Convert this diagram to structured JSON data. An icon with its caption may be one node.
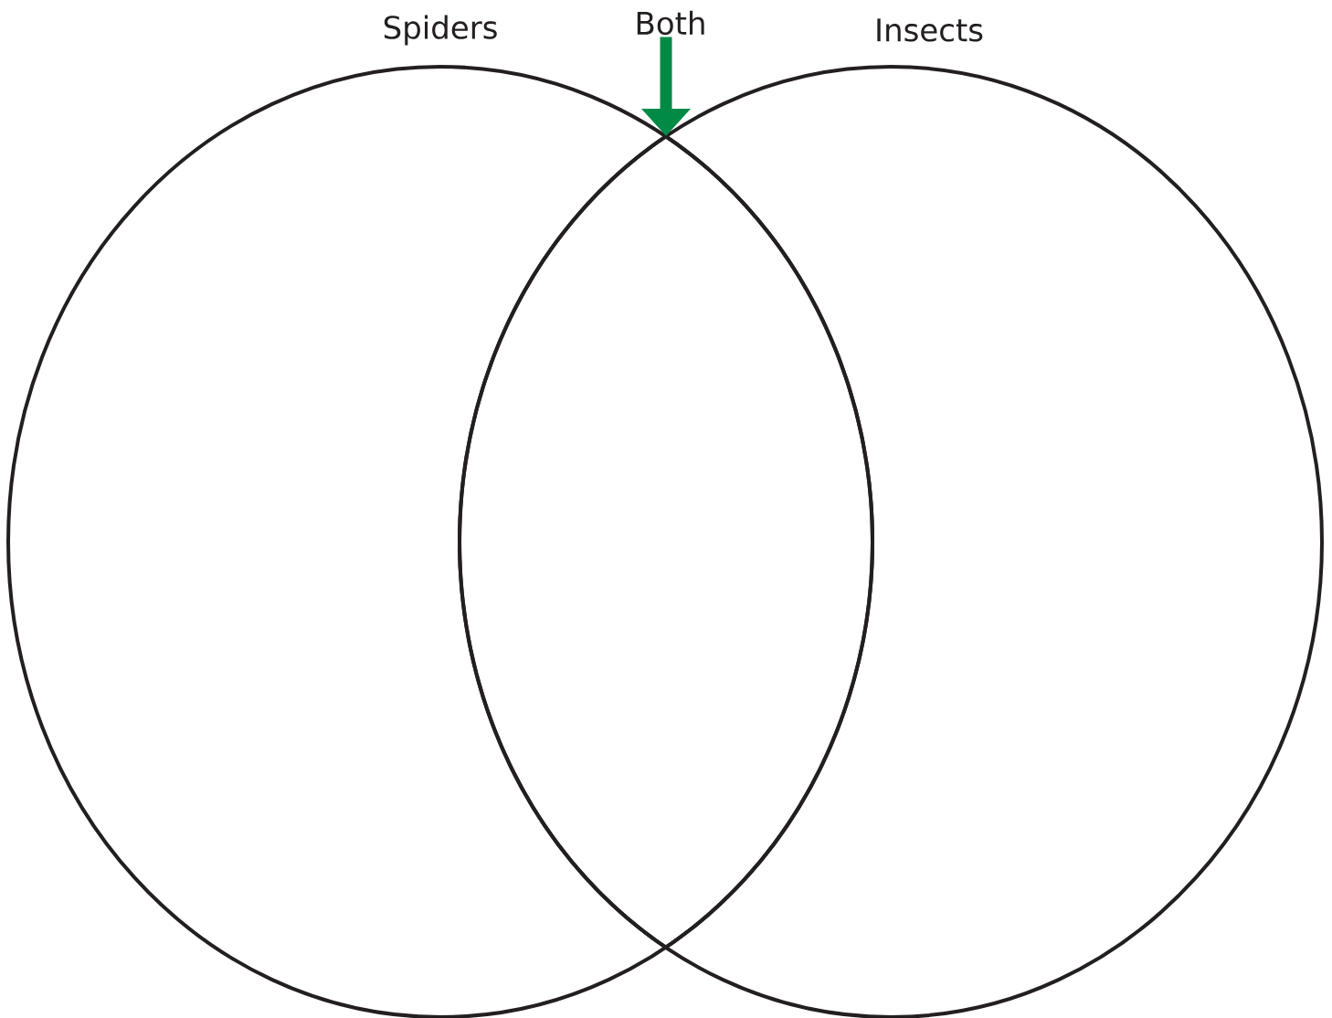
{
  "diagram": {
    "nodes": [
      {
        "text": [
          "Spiders"
        ]
      },
      {
        "text": [
          "Insects"
        ]
      },
      {
        "text": [
          "Both"
        ]
      },
      {
        "text": [],
        "shape": "lens"
      }
    ],
    "edges": [
      {
        "from": 2,
        "to": 3,
        "arrow": "to",
        "color": "#008a45"
      }
    ]
  }
}
